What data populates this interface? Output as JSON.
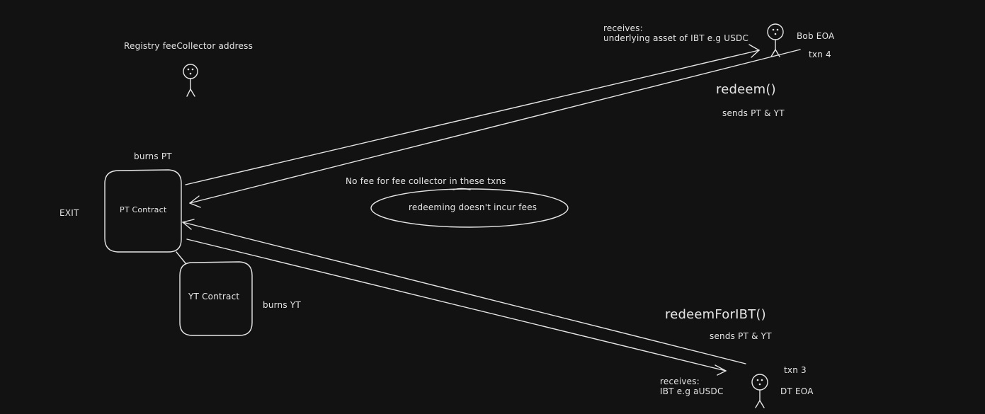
{
  "labels": {
    "registry": "Registry feeCollector address",
    "bob_receives": "receives:\nunderlying asset of IBT e.g USDC",
    "bob_name": "Bob EOA",
    "bob_txn": "txn 4",
    "redeem_fn": "redeem()",
    "redeem_sends": "sends PT & YT",
    "burns_pt": "burns PT",
    "exit": "EXIT",
    "pt_contract": "PT Contract",
    "yt_contract": "YT Contract",
    "burns_yt": "burns YT",
    "no_fee": "No fee for fee collector in these txns",
    "no_fee_bubble": "redeeming doesn't incur fees",
    "redeem_ibt_fn": "redeemForIBT()",
    "redeem_ibt_sends": "sends PT & YT",
    "dt_txn": "txn 3",
    "dt_receives": "receives:\nIBT e.g aUSDC",
    "dt_name": "DT EOA"
  },
  "colors": {
    "background": "#121212",
    "ink": "#e6e6e6"
  }
}
